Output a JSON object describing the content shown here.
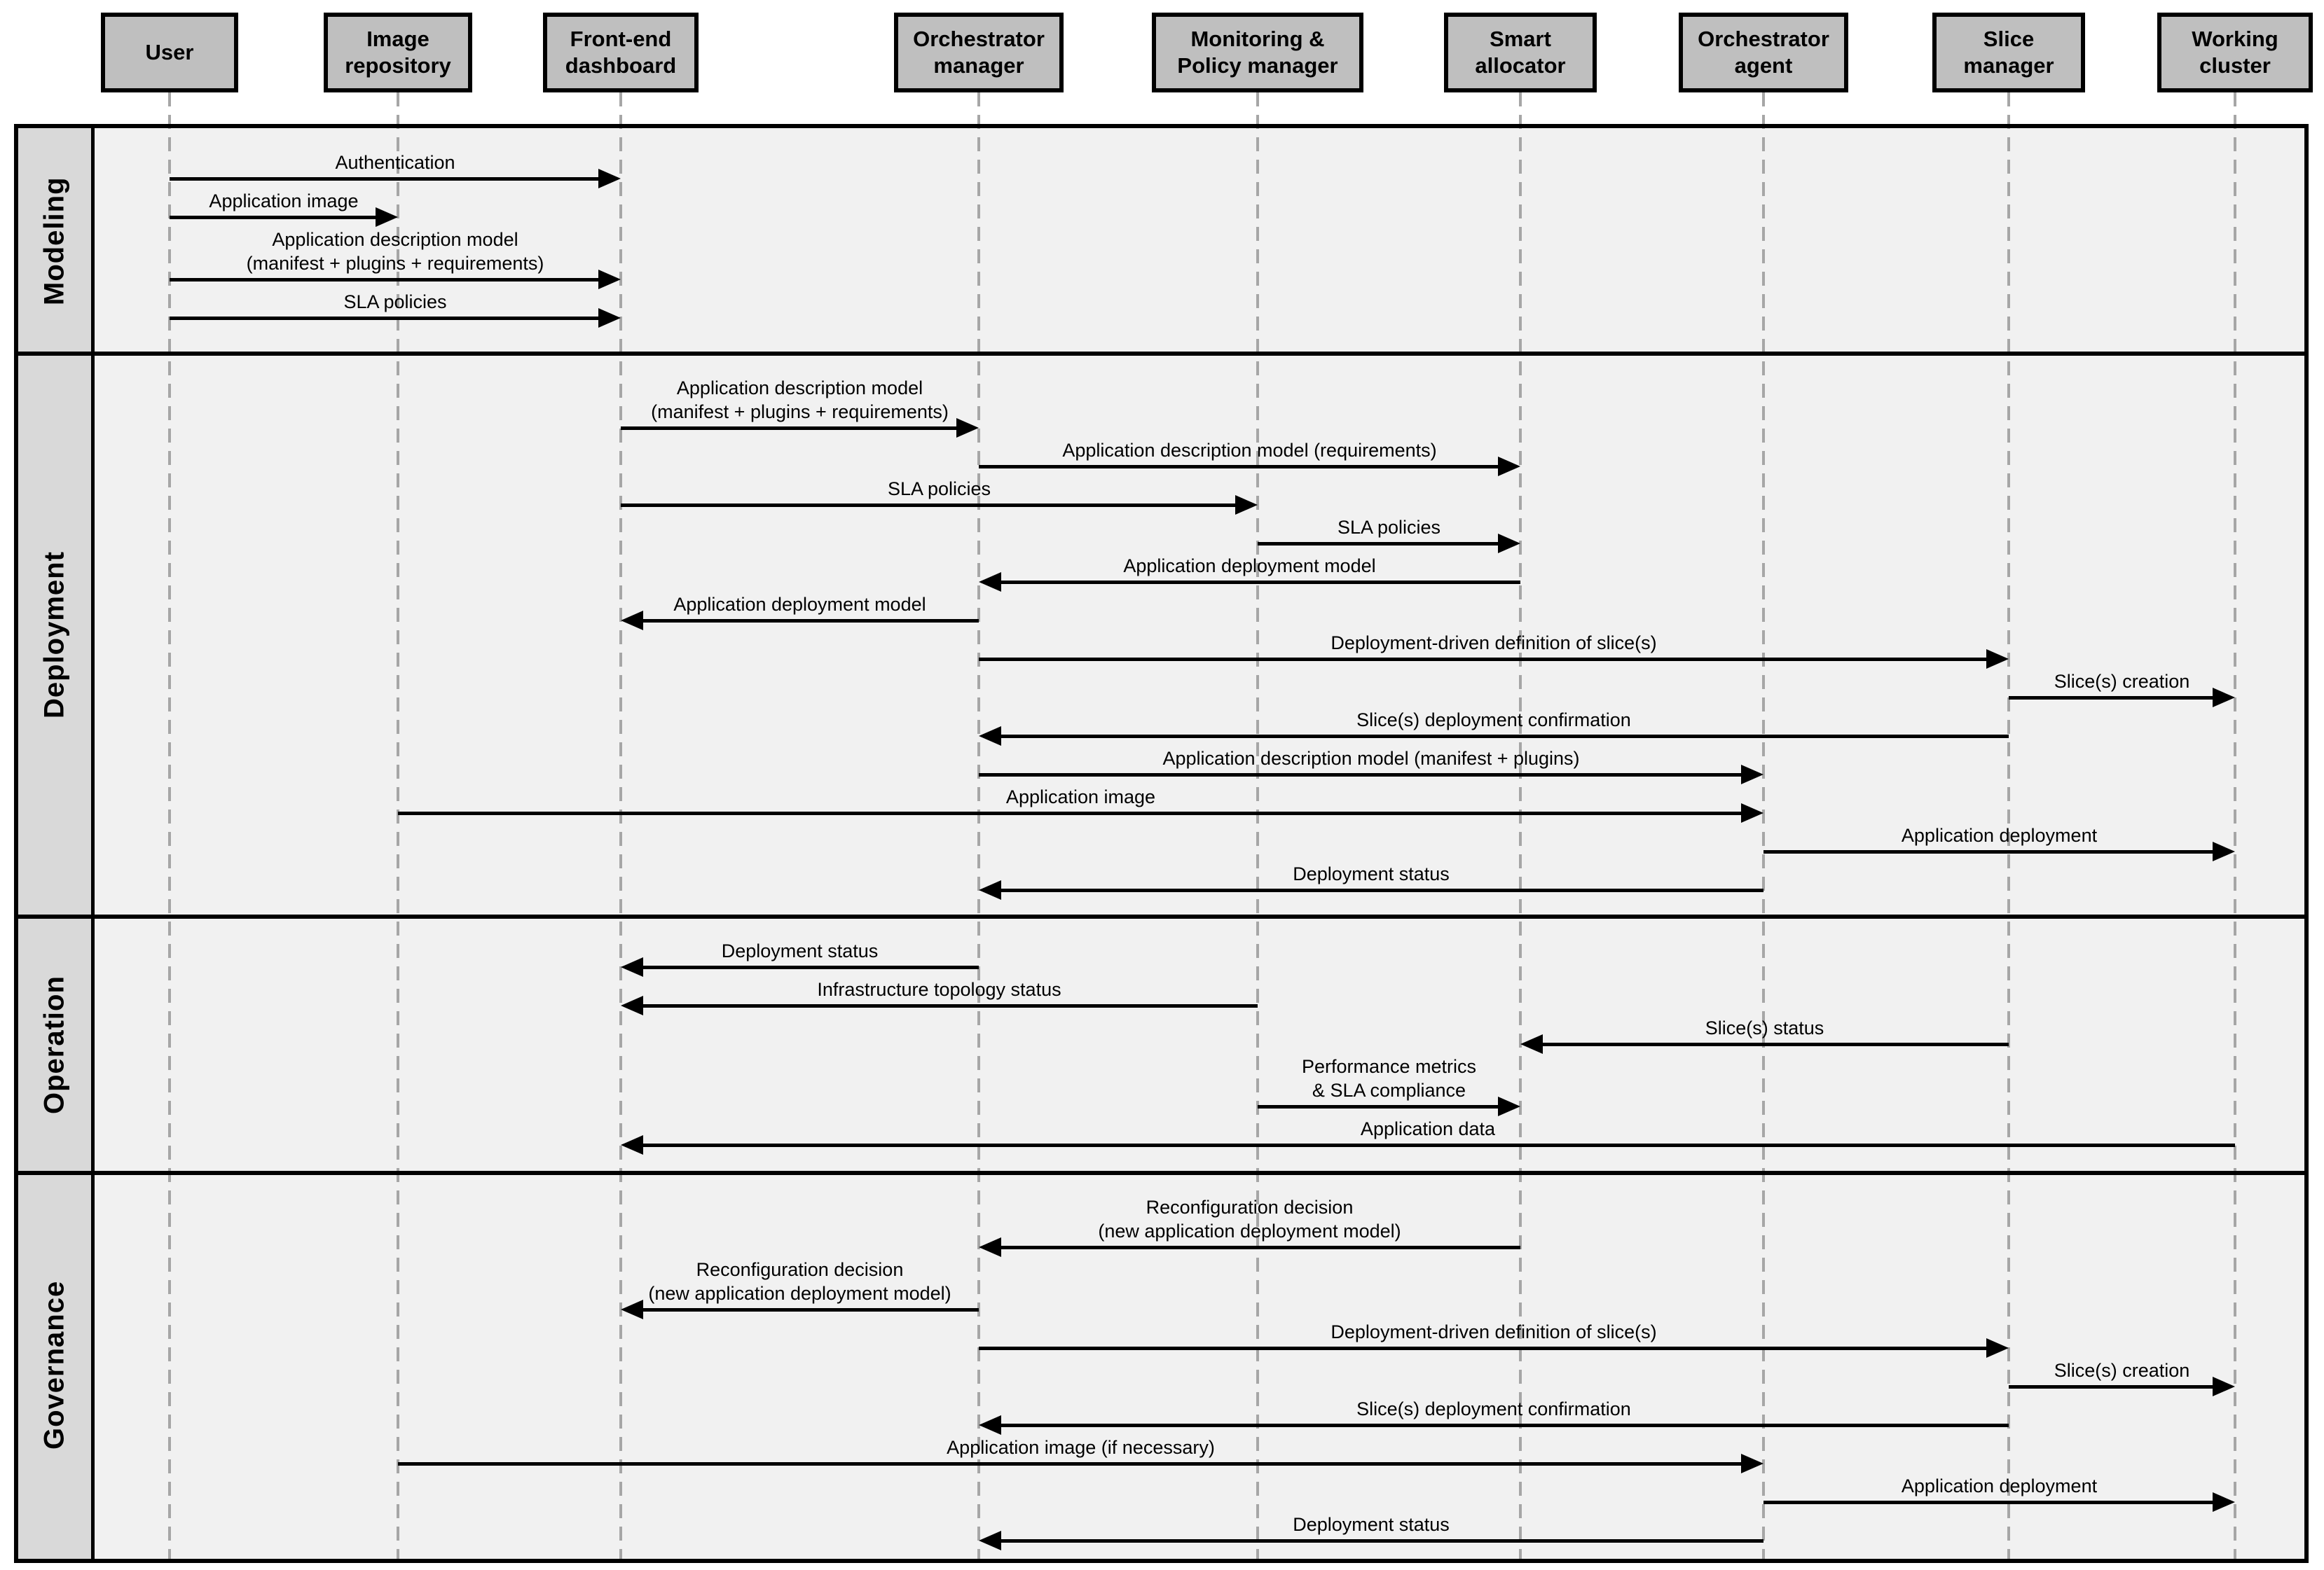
{
  "diagram": {
    "type": "sequence-diagram",
    "actors": [
      {
        "id": "user",
        "label": "User",
        "label_lines": [
          "User"
        ]
      },
      {
        "id": "image_repository",
        "label": "Image repository",
        "label_lines": [
          "Image",
          "repository"
        ]
      },
      {
        "id": "frontend_dashboard",
        "label": "Front-end dashboard",
        "label_lines": [
          "Front-end",
          "dashboard"
        ]
      },
      {
        "id": "orchestrator_manager",
        "label": "Orchestrator manager",
        "label_lines": [
          "Orchestrator",
          "manager"
        ]
      },
      {
        "id": "monitoring_policy_manager",
        "label": "Monitoring & Policy manager",
        "label_lines": [
          "Monitoring &",
          "Policy manager"
        ]
      },
      {
        "id": "smart_allocator",
        "label": "Smart allocator",
        "label_lines": [
          "Smart",
          "allocator"
        ]
      },
      {
        "id": "orchestrator_agent",
        "label": "Orchestrator agent",
        "label_lines": [
          "Orchestrator",
          "agent"
        ]
      },
      {
        "id": "slice_manager",
        "label": "Slice manager",
        "label_lines": [
          "Slice",
          "manager"
        ]
      },
      {
        "id": "working_cluster",
        "label": "Working cluster",
        "label_lines": [
          "Working",
          "cluster"
        ]
      }
    ],
    "phases": [
      {
        "id": "modeling",
        "label": "Modeling",
        "messages": [
          {
            "from": "user",
            "to": "frontend_dashboard",
            "label_lines": [
              "Authentication"
            ]
          },
          {
            "from": "user",
            "to": "image_repository",
            "label_lines": [
              "Application image"
            ]
          },
          {
            "from": "user",
            "to": "frontend_dashboard",
            "label_lines": [
              "Application description model",
              "(manifest + plugins + requirements)"
            ]
          },
          {
            "from": "user",
            "to": "frontend_dashboard",
            "label_lines": [
              "SLA policies"
            ]
          }
        ]
      },
      {
        "id": "deployment",
        "label": "Deployment",
        "messages": [
          {
            "from": "frontend_dashboard",
            "to": "orchestrator_manager",
            "label_lines": [
              "Application description model",
              "(manifest + plugins + requirements)"
            ]
          },
          {
            "from": "orchestrator_manager",
            "to": "smart_allocator",
            "label_lines": [
              "Application description model (requirements)"
            ]
          },
          {
            "from": "frontend_dashboard",
            "to": "monitoring_policy_manager",
            "label_lines": [
              "SLA policies"
            ]
          },
          {
            "from": "monitoring_policy_manager",
            "to": "smart_allocator",
            "label_lines": [
              "SLA policies"
            ]
          },
          {
            "from": "smart_allocator",
            "to": "orchestrator_manager",
            "label_lines": [
              "Application deployment model"
            ]
          },
          {
            "from": "orchestrator_manager",
            "to": "frontend_dashboard",
            "label_lines": [
              "Application deployment model"
            ]
          },
          {
            "from": "orchestrator_manager",
            "to": "slice_manager",
            "label_lines": [
              "Deployment-driven definition of slice(s)"
            ]
          },
          {
            "from": "slice_manager",
            "to": "working_cluster",
            "label_lines": [
              "Slice(s) creation"
            ]
          },
          {
            "from": "slice_manager",
            "to": "orchestrator_manager",
            "label_lines": [
              "Slice(s) deployment confirmation"
            ]
          },
          {
            "from": "orchestrator_manager",
            "to": "orchestrator_agent",
            "label_lines": [
              "Application description model (manifest + plugins)"
            ]
          },
          {
            "from": "image_repository",
            "to": "orchestrator_agent",
            "label_lines": [
              "Application image"
            ]
          },
          {
            "from": "orchestrator_agent",
            "to": "working_cluster",
            "label_lines": [
              "Application deployment"
            ]
          },
          {
            "from": "orchestrator_agent",
            "to": "orchestrator_manager",
            "label_lines": [
              "Deployment status"
            ]
          }
        ]
      },
      {
        "id": "operation",
        "label": "Operation",
        "messages": [
          {
            "from": "orchestrator_manager",
            "to": "frontend_dashboard",
            "label_lines": [
              "Deployment status"
            ]
          },
          {
            "from": "monitoring_policy_manager",
            "to": "frontend_dashboard",
            "label_lines": [
              "Infrastructure topology status"
            ]
          },
          {
            "from": "slice_manager",
            "to": "smart_allocator",
            "label_lines": [
              "Slice(s) status"
            ]
          },
          {
            "from": "monitoring_policy_manager",
            "to": "smart_allocator",
            "label_lines": [
              "Performance metrics",
              "& SLA compliance"
            ]
          },
          {
            "from": "working_cluster",
            "to": "frontend_dashboard",
            "label_lines": [
              "Application data"
            ]
          }
        ]
      },
      {
        "id": "governance",
        "label": "Governance",
        "messages": [
          {
            "from": "smart_allocator",
            "to": "orchestrator_manager",
            "label_lines": [
              "Reconfiguration decision",
              "(new application deployment model)"
            ]
          },
          {
            "from": "orchestrator_manager",
            "to": "frontend_dashboard",
            "label_lines": [
              "Reconfiguration decision",
              "(new application deployment model)"
            ]
          },
          {
            "from": "orchestrator_manager",
            "to": "slice_manager",
            "label_lines": [
              "Deployment-driven definition of slice(s)"
            ]
          },
          {
            "from": "slice_manager",
            "to": "working_cluster",
            "label_lines": [
              "Slice(s) creation"
            ]
          },
          {
            "from": "slice_manager",
            "to": "orchestrator_manager",
            "label_lines": [
              "Slice(s) deployment confirmation"
            ]
          },
          {
            "from": "image_repository",
            "to": "orchestrator_agent",
            "label_lines": [
              "Application image (if necessary)"
            ]
          },
          {
            "from": "orchestrator_agent",
            "to": "working_cluster",
            "label_lines": [
              "Application deployment"
            ]
          },
          {
            "from": "orchestrator_agent",
            "to": "orchestrator_manager",
            "label_lines": [
              "Deployment status"
            ]
          }
        ]
      }
    ],
    "colors": {
      "background": "#ffffff",
      "band_fill": "#f1f1f1",
      "phase_column_fill": "#d9d9d9",
      "actor_box_fill": "#bfbfbf",
      "border": "#000000",
      "lifeline": "#a6a6a6",
      "arrow": "#000000",
      "text": "#000000"
    }
  }
}
